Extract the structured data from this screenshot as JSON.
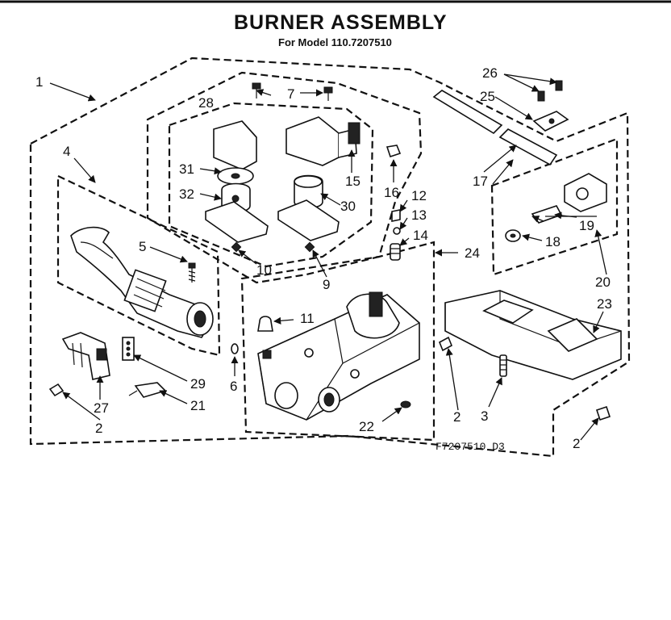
{
  "title": "BURNER ASSEMBLY",
  "subtitle": "For Model 110.7207510",
  "figure_code": "F7207510 D3",
  "callouts": [
    "1",
    "2",
    "2",
    "2",
    "2",
    "3",
    "4",
    "5",
    "6",
    "7",
    "9",
    "10",
    "11",
    "12",
    "13",
    "14",
    "15",
    "16",
    "17",
    "18",
    "19",
    "20",
    "21",
    "22",
    "23",
    "24",
    "25",
    "26",
    "27",
    "28",
    "29",
    "30",
    "31",
    "32"
  ]
}
